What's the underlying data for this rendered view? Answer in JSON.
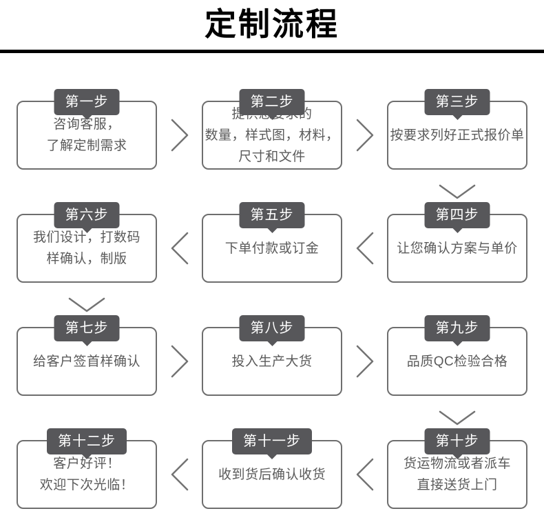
{
  "title": "定制流程",
  "colors": {
    "badge_bg": "#57575a",
    "box_border": "#6e6e6e",
    "text": "#5a5a5a",
    "arrow": "#737373",
    "title": "#000000"
  },
  "steps": [
    {
      "badge": "第一步",
      "text": "咨询客服，\n了解定制需求"
    },
    {
      "badge": "第二步",
      "text": "提供您要求的\n数量，样式图，材料，\n尺寸和文件"
    },
    {
      "badge": "第三步",
      "text": "按要求列好正式报价单"
    },
    {
      "badge": "第四步",
      "text": "让您确认方案与单价"
    },
    {
      "badge": "第五步",
      "text": "下单付款或订金"
    },
    {
      "badge": "第六步",
      "text": "我们设计，打数码\n样确认，制版"
    },
    {
      "badge": "第七步",
      "text": "给客户签首样确认"
    },
    {
      "badge": "第八步",
      "text": "投入生产大货"
    },
    {
      "badge": "第九步",
      "text": "品质QC检验合格"
    },
    {
      "badge": "第十步",
      "text": "货运物流或者派车\n直接送货上门"
    },
    {
      "badge": "第十一步",
      "text": "收到货后确认收货"
    },
    {
      "badge": "第十二步",
      "text": "客户好评！\n欢迎下次光临！"
    }
  ]
}
